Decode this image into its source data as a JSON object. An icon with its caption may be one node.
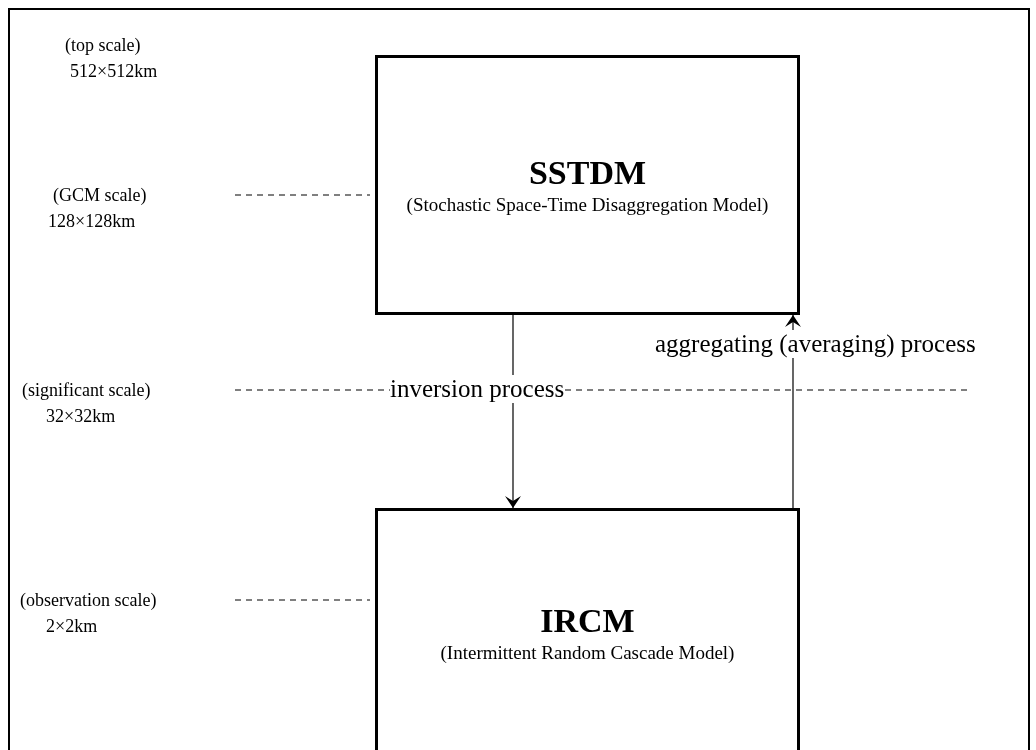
{
  "diagram": {
    "nodes": [
      {
        "text": [
          "SSTDM",
          "(Stochastic Space-Time Disaggregation Model)"
        ]
      },
      {
        "text": [
          "IRCM",
          "(Intermittent Random Cascade Model)"
        ]
      }
    ],
    "edges": [
      {
        "from": 0,
        "to": 1,
        "arrow": "to",
        "label": "inversion process"
      },
      {
        "from": 1,
        "to": 0,
        "arrow": "to",
        "label": "aggregating (averaging) process"
      }
    ],
    "labels": [
      "(top scale)",
      "512×512km",
      "(GCM scale)",
      "128×128km",
      "(significant scale)",
      "32×32km",
      "(observation scale)",
      "2×2km"
    ]
  }
}
